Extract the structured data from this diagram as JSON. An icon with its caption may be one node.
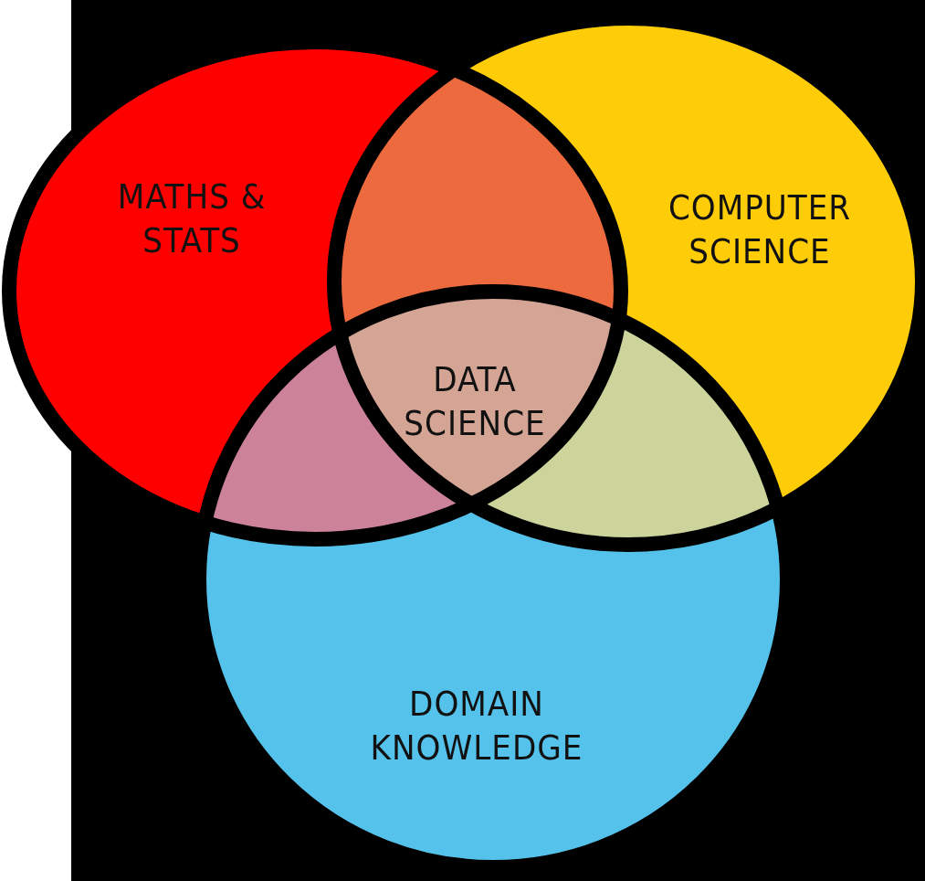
{
  "diagram": {
    "nodes": [
      {
        "text": [
          "MATHS & STATS"
        ]
      },
      {
        "text": [
          "COMPUTER SCIENCE"
        ]
      },
      {
        "text": [
          "DOMAIN KNOWLEDGE"
        ]
      },
      {
        "text": [
          "DATA SCIENCE"
        ]
      }
    ]
  }
}
